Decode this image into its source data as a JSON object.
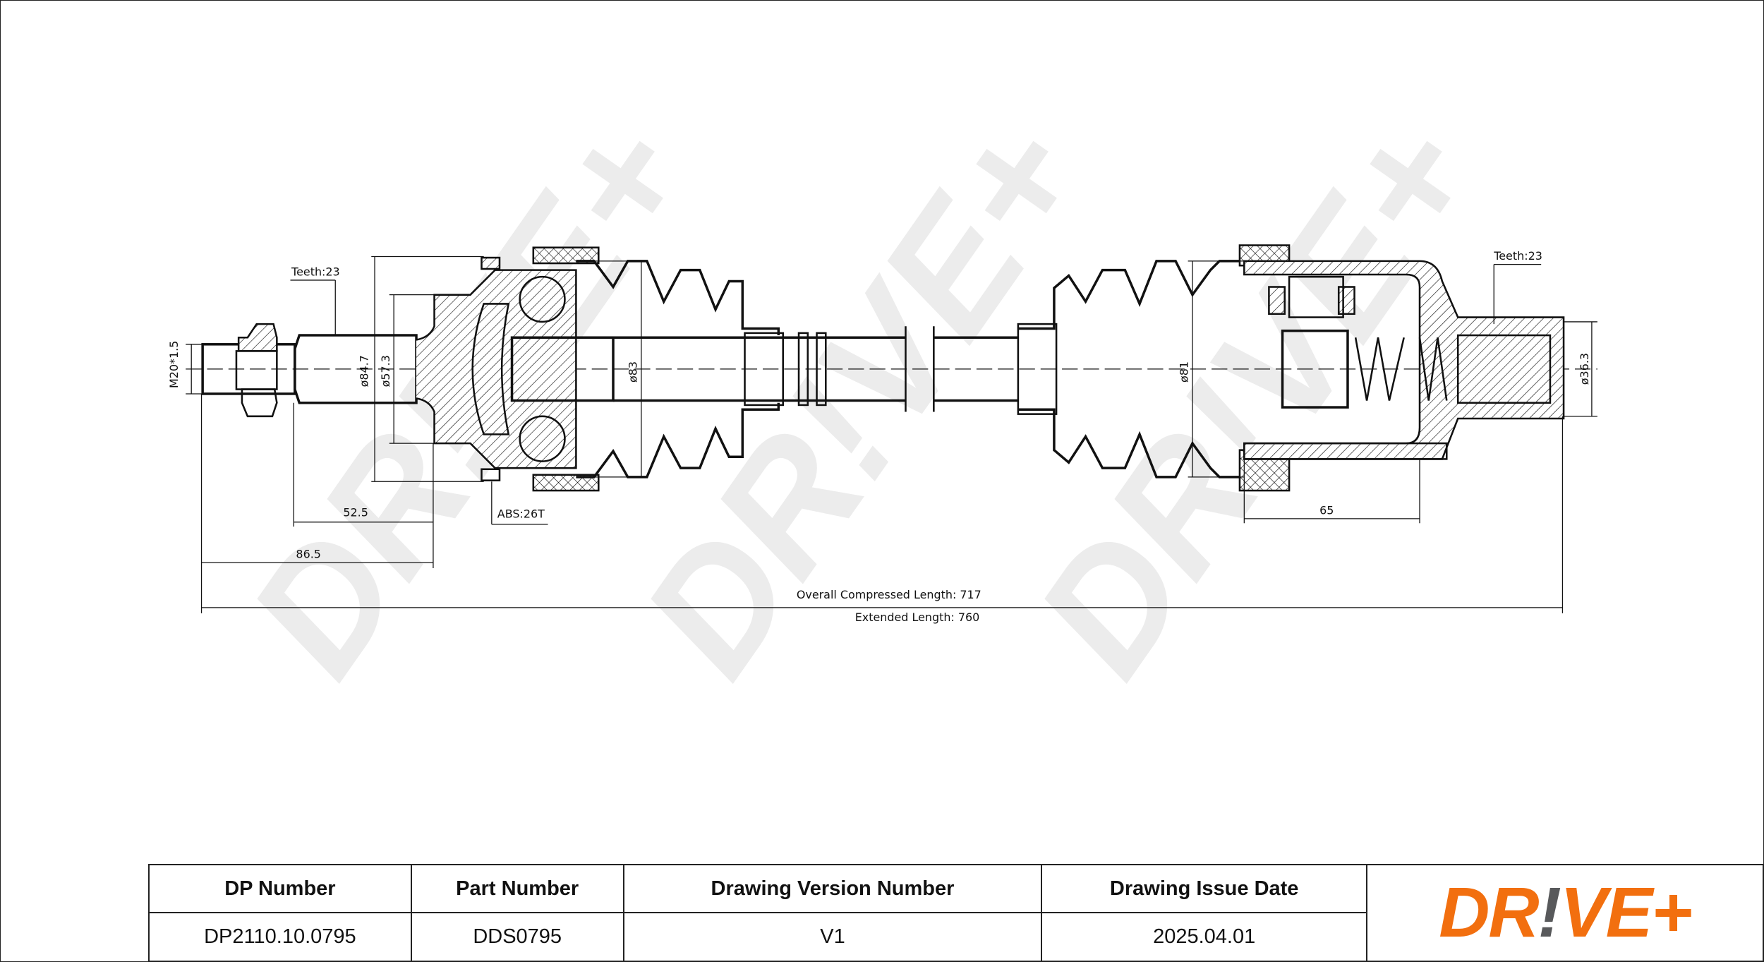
{
  "watermark": "DR!VE+",
  "dimensions": {
    "thread": "M20*1.5",
    "teeth_outer": "Teeth:23",
    "dia_outer_1": "ø84.7",
    "dia_outer_2": "ø57.3",
    "dia_boot_outer": "ø83",
    "abs": "ABS:26T",
    "len_52_5": "52.5",
    "len_86_5": "86.5",
    "dia_boot_inner": "ø81",
    "teeth_inner": "Teeth:23",
    "dia_inner_stub": "ø36.3",
    "len_65": "65",
    "overall_compressed": "Overall  Compressed  Length: 717",
    "extended": "Extended  Length: 760"
  },
  "title_block": {
    "headers": [
      "DP Number",
      "Part Number",
      "Drawing Version Number",
      "Drawing Issue Date"
    ],
    "values": [
      "DP2110.10.0795",
      "DDS0795",
      "V1",
      "2025.04.01"
    ],
    "logo": {
      "prefix": "DR",
      "bang": "!",
      "suffix": "VE+"
    }
  },
  "colors": {
    "brand_orange": "#f26f0f",
    "brand_grey": "#58595b"
  }
}
